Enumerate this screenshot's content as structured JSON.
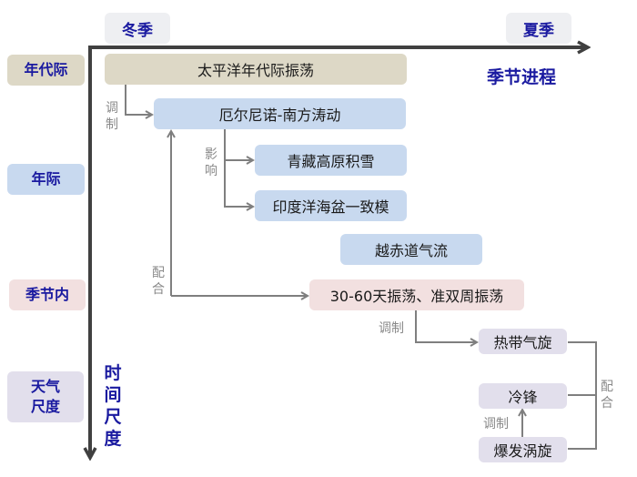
{
  "axes": {
    "horizontal_title": "季节进程",
    "vertical_title_chars": [
      "时",
      "间",
      "尺",
      "度"
    ],
    "season_start": "冬季",
    "season_end": "夏季"
  },
  "levels": [
    {
      "id": "decadal",
      "label": "年代际",
      "color": "#ddd8c6"
    },
    {
      "id": "interannual",
      "label": "年际",
      "color": "#c8d9ef"
    },
    {
      "id": "intraseasonal",
      "label": "季节内",
      "color": "#f2e0e0"
    },
    {
      "id": "weather",
      "label_lines": [
        "天气",
        "尺度"
      ],
      "color": "#e2dfec"
    }
  ],
  "nodes": {
    "pdo": "太平洋年代际振荡",
    "enso": "厄尔尼诺-南方涛动",
    "tibet_snow": "青藏高原积雪",
    "iobm": "印度洋海盆一致模",
    "cross_eq_flow": "越赤道气流",
    "isoa": "30-60天振荡、准双周振荡",
    "typhoon": "热带气旋",
    "cold_front": "冷锋",
    "burst_vortex": "爆发涡旋"
  },
  "edge_labels": {
    "modulate_1": [
      "调",
      "制"
    ],
    "influence": [
      "影",
      "响"
    ],
    "cooperate_1": [
      "配",
      "合"
    ],
    "modulate_2": "调制",
    "modulate_3": "调制",
    "cooperate_2": [
      "配",
      "合"
    ]
  },
  "colors": {
    "axis": "#404040",
    "connector": "#7f7f7f",
    "title_blue": "#1a1aa0"
  }
}
